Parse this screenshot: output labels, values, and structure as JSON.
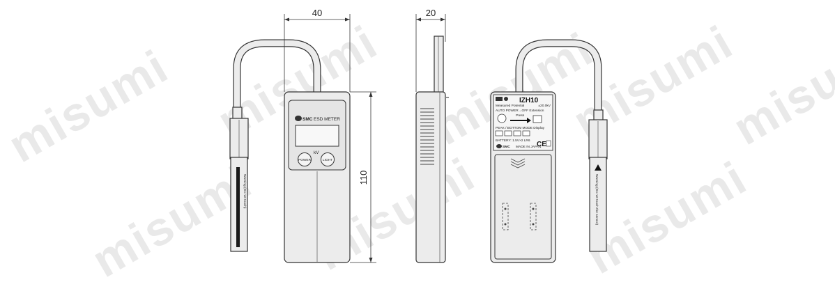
{
  "watermark": {
    "text": "misumi"
  },
  "dimensions": {
    "front_width": "40",
    "front_height": "110",
    "side_depth": "20"
  },
  "front_view": {
    "brand": "SMC",
    "product_name": "ESD METER",
    "unit": "kV",
    "power_button": "POWER",
    "light_button": "LIGHT",
    "probe_label": "Warning  (Do not touch)"
  },
  "rear_view": {
    "model": "IZH10",
    "measured_potential": "Measured Potential",
    "range": "±20.0kV",
    "auto_power": "AUTO POWER→OFF Extension",
    "press": "Press",
    "peak_mode": "PEAK / BOTTOM MODE Display",
    "battery": "BATTERY: 1.5V×2 LR6",
    "made_in": "MADE IN JAPAN",
    "brand": "SMC",
    "ce_mark": "CE",
    "probe_warning": "Warning  (Do not touch the sensor)"
  }
}
